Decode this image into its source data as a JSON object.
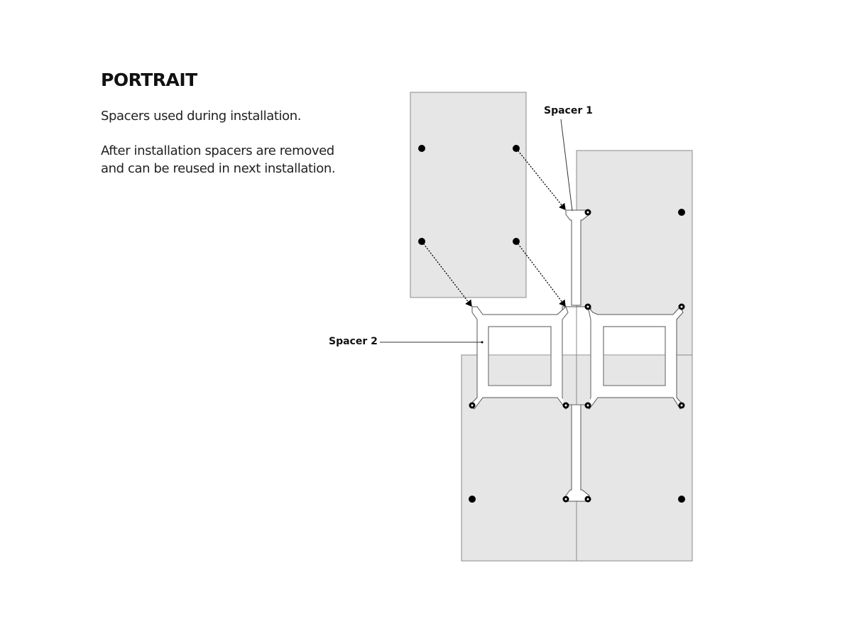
{
  "heading": "PORTRAIT",
  "paragraphs": [
    "Spacers used during installation.",
    "After installation spacers are removed",
    "and can be reused in next installation."
  ],
  "labels": {
    "spacer1": "Spacer 1",
    "spacer2": "Spacer 2"
  },
  "colors": {
    "panel_fill": "#e6e6e6",
    "panel_stroke": "#8a8a8a",
    "spacer_fill": "#ffffff",
    "dot": "#000000"
  }
}
